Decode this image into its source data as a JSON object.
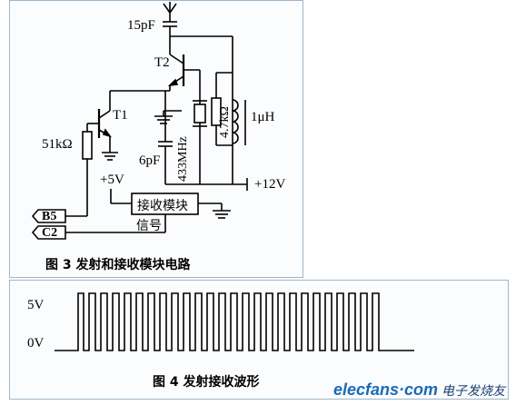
{
  "circuit": {
    "capacitor_top": "15pF",
    "transistor_t2": "T2",
    "transistor_t1": "T1",
    "resistor_51k": "51kΩ",
    "capacitor_6p": "6pF",
    "crystal": "433MHz",
    "resistor_4k7": "4.7kΩ",
    "inductor": "1μH",
    "supply_12v": "+12V",
    "supply_5v": "+5V",
    "module_label": "接收模块",
    "signal_label": "信号",
    "connector_b5": "B5",
    "connector_c2": "C2"
  },
  "figure3_caption": "图 3   发射和接收模块电路",
  "waveform": {
    "label_5v": "5V",
    "label_0v": "0V"
  },
  "figure4_caption": "图 4   发射接收波形",
  "watermark": {
    "brand": "elecfans·com",
    "chinese": "电子发烧友"
  }
}
